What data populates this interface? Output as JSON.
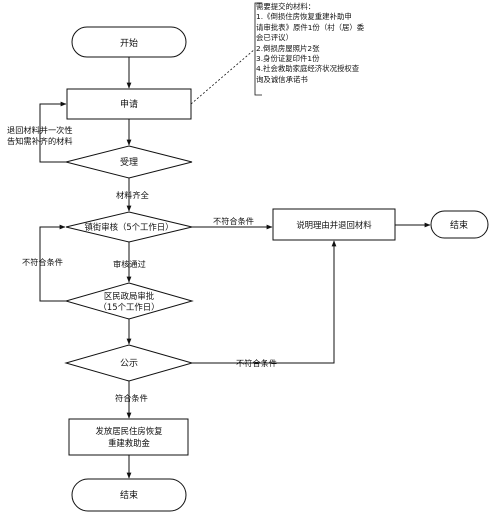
{
  "nodes": {
    "start": "开始",
    "apply": "申请",
    "accept": "受理",
    "review": "镇街审核（5个工作日）",
    "approve_line1": "区民政局审批",
    "approve_line2": "（15个工作日）",
    "publicize": "公示",
    "issue_line1": "发放居民住房恢复",
    "issue_line2": "重建救助金",
    "end": "结束",
    "explain_return": "说明理由并退回材料",
    "end_right": "结束"
  },
  "labels": {
    "return_line1": "退回材料并一次性",
    "return_line2": "告知需补齐的材料",
    "materials_complete": "材料齐全",
    "not_meet_review": "不符合条件",
    "review_passed": "审核通过",
    "not_meet_left": "不符合条件",
    "not_meet_public": "不符合条件",
    "meets": "符合条件"
  },
  "note": {
    "title": "需要提交的材料：",
    "lines": [
      "1.《倒损住房恢复重建补助申",
      "请审批表》原件1份（村（居）委",
      "会已评议）",
      "2.倒损房屋照片2张",
      "3.身份证复印件1份",
      "4.社会救助家庭经济状况授权查",
      "询及诚信承诺书"
    ]
  }
}
